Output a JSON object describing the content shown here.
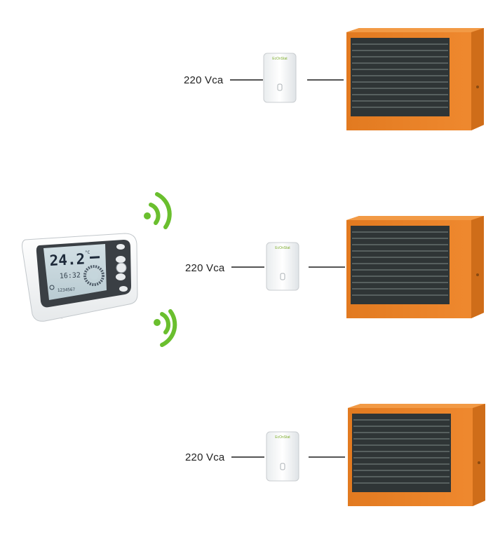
{
  "rows": [
    {
      "voltage_label": "220 Vca"
    },
    {
      "voltage_label": "220 Vca"
    },
    {
      "voltage_label": "220 Vca"
    }
  ],
  "receiver": {
    "brand": "EcOnStat"
  },
  "thermostat": {
    "temperature": "24.2",
    "unit": "°C",
    "time": "16:32",
    "days": "1234567"
  },
  "colors": {
    "heater_body": "#e87e23",
    "heater_grille": "#2f3536",
    "wireless_signal": "#6abf2e",
    "wire": "#555555",
    "lcd_screen": "#c5d6dc"
  },
  "icons": [
    "wireless-signal-icon",
    "thermostat-device",
    "receiver-device",
    "heater-unit"
  ]
}
